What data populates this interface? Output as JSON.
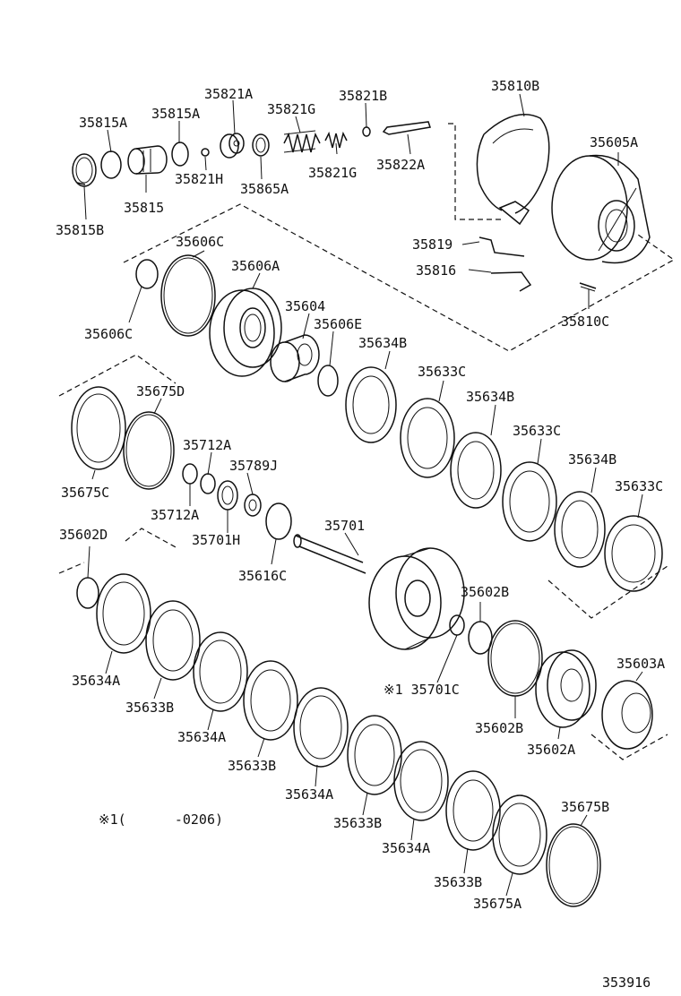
{
  "parts": [
    {
      "id": "p35815B",
      "label": "35815B"
    },
    {
      "id": "p35815A_1",
      "label": "35815A"
    },
    {
      "id": "p35815A_2",
      "label": "35815A"
    },
    {
      "id": "p35815",
      "label": "35815"
    },
    {
      "id": "p35821A",
      "label": "35821A"
    },
    {
      "id": "p35821H",
      "label": "35821H"
    },
    {
      "id": "p35865A",
      "label": "35865A"
    },
    {
      "id": "p35821G_1",
      "label": "35821G"
    },
    {
      "id": "p35821G_2",
      "label": "35821G"
    },
    {
      "id": "p35821B",
      "label": "35821B"
    },
    {
      "id": "p35822A",
      "label": "35822A"
    },
    {
      "id": "p35810B",
      "label": "35810B"
    },
    {
      "id": "p35605A",
      "label": "35605A"
    },
    {
      "id": "p35819",
      "label": "35819"
    },
    {
      "id": "p35816",
      "label": "35816"
    },
    {
      "id": "p35810C",
      "label": "35810C"
    },
    {
      "id": "p35606C_1",
      "label": "35606C"
    },
    {
      "id": "p35606C_2",
      "label": "35606C"
    },
    {
      "id": "p35606A",
      "label": "35606A"
    },
    {
      "id": "p35604",
      "label": "35604"
    },
    {
      "id": "p35606E",
      "label": "35606E"
    },
    {
      "id": "p35634B_1",
      "label": "35634B"
    },
    {
      "id": "p35633C_1",
      "label": "35633C"
    },
    {
      "id": "p35634B_2",
      "label": "35634B"
    },
    {
      "id": "p35633C_2",
      "label": "35633C"
    },
    {
      "id": "p35634B_3",
      "label": "35634B"
    },
    {
      "id": "p35633C_3",
      "label": "35633C"
    },
    {
      "id": "p35675D",
      "label": "35675D"
    },
    {
      "id": "p35675C",
      "label": "35675C"
    },
    {
      "id": "p35712A_1",
      "label": "35712A"
    },
    {
      "id": "p35712A_2",
      "label": "35712A"
    },
    {
      "id": "p35789J",
      "label": "35789J"
    },
    {
      "id": "p35701H",
      "label": "35701H"
    },
    {
      "id": "p35701",
      "label": "35701"
    },
    {
      "id": "p35616C",
      "label": "35616C"
    },
    {
      "id": "p35602D",
      "label": "35602D"
    },
    {
      "id": "p35602B_1",
      "label": "35602B"
    },
    {
      "id": "p35602B_2",
      "label": "35602B"
    },
    {
      "id": "p35603A",
      "label": "35603A"
    },
    {
      "id": "p35701C",
      "label": "※1 35701C"
    },
    {
      "id": "p35602A",
      "label": "35602A"
    },
    {
      "id": "p35634A_1",
      "label": "35634A"
    },
    {
      "id": "p35633B_1",
      "label": "35633B"
    },
    {
      "id": "p35634A_2",
      "label": "35634A"
    },
    {
      "id": "p35633B_2",
      "label": "35633B"
    },
    {
      "id": "p35634A_3",
      "label": "35634A"
    },
    {
      "id": "p35633B_3",
      "label": "35633B"
    },
    {
      "id": "p35634A_4",
      "label": "35634A"
    },
    {
      "id": "p35633B_4",
      "label": "35633B"
    },
    {
      "id": "p35675B",
      "label": "35675B"
    },
    {
      "id": "p35675A",
      "label": "35675A"
    }
  ],
  "footnote": "※1(      -0206)",
  "illustration_number": "353916"
}
